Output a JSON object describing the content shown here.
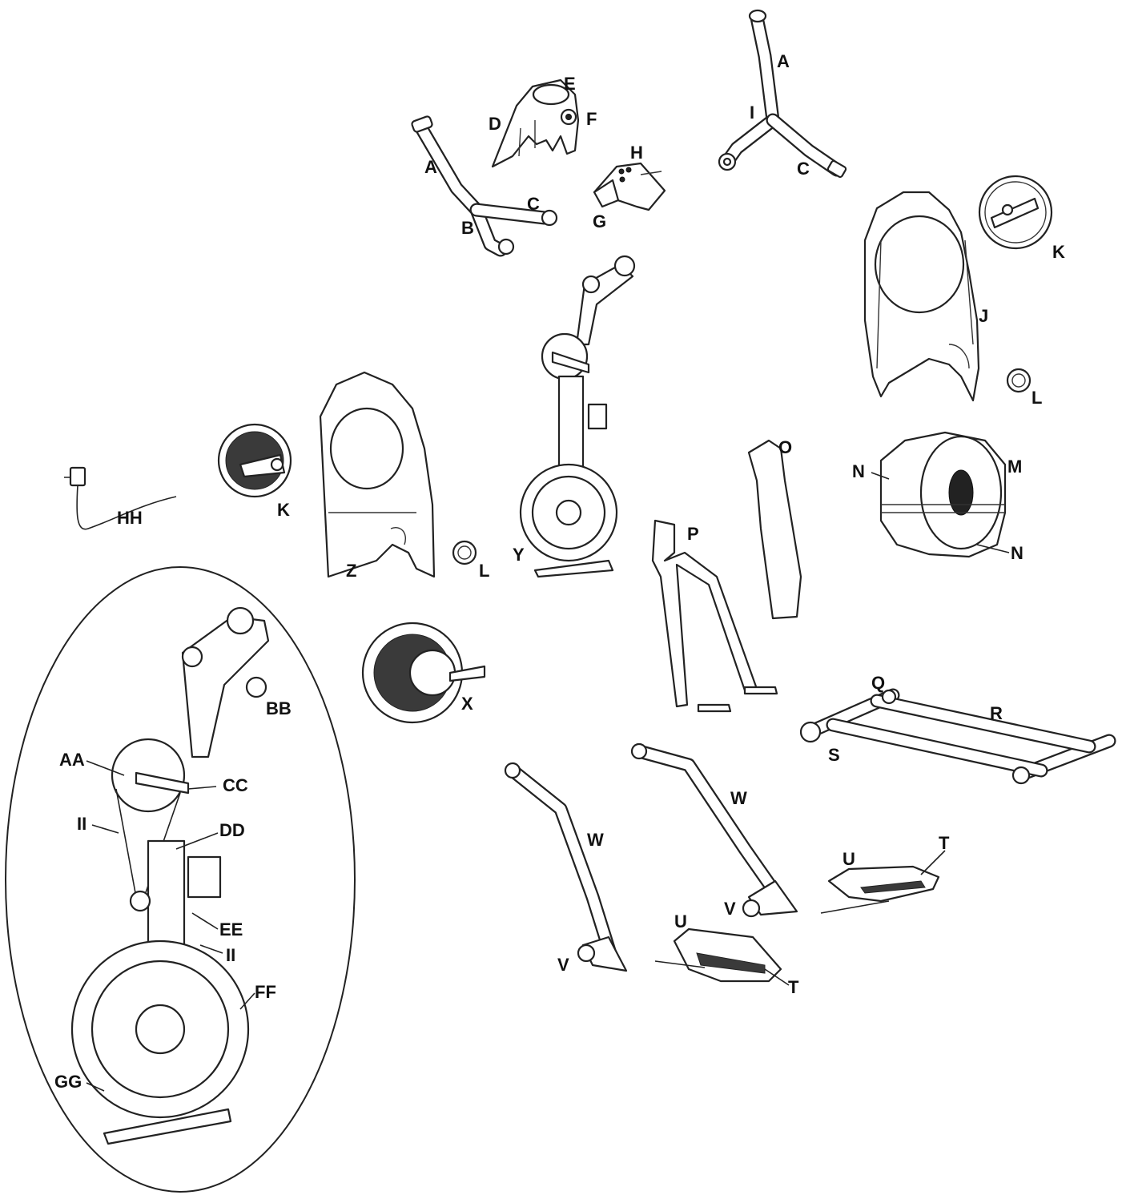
{
  "labels": {
    "A1": "A",
    "A2": "A",
    "B": "B",
    "C1": "C",
    "C2": "C",
    "D": "D",
    "E": "E",
    "F": "F",
    "G": "G",
    "H": "H",
    "I": "I",
    "J": "J",
    "K1": "K",
    "K2": "K",
    "L1": "L",
    "L2": "L",
    "M": "M",
    "N1": "N",
    "N2": "N",
    "O": "O",
    "P": "P",
    "Q": "Q",
    "R": "R",
    "S": "S",
    "T1": "T",
    "T2": "T",
    "U1": "U",
    "U2": "U",
    "V1": "V",
    "V2": "V",
    "W1": "W",
    "W2": "W",
    "X": "X",
    "Y": "Y",
    "Z": "Z",
    "AA": "AA",
    "BB": "BB",
    "CC": "CC",
    "DD": "DD",
    "EE": "EE",
    "FF": "FF",
    "GG": "GG",
    "HH": "HH",
    "II1": "II",
    "II2": "II"
  }
}
